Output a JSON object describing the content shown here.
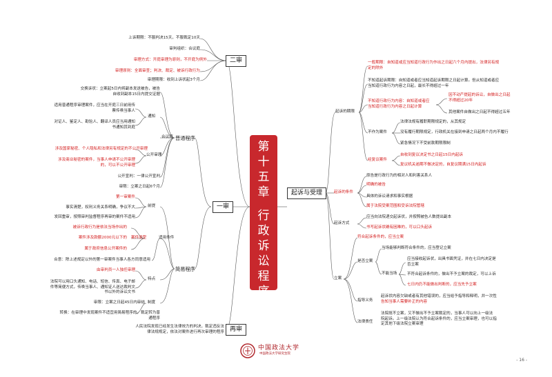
{
  "central": {
    "title": [
      "第",
      "十",
      "五",
      "章",
      "",
      "行",
      "政",
      "诉",
      "讼",
      "程",
      "序"
    ]
  },
  "left": {
    "ershen": {
      "label": "二审",
      "items": [
        "上诉期限：不服判决15天，不服裁定10天",
        "审判组织：合议庭",
        "审理方式：开庭审理为原则，不开庭为例外",
        "审理原则：全面审查；判决、裁定、被诉行政行为",
        "审理期限：收到上诉状起3个月"
      ]
    },
    "yishen": {
      "label": "一审"
    },
    "putong": {
      "label": "普通程序",
      "tongzhi_label": "通知",
      "jiaoxian": [
        "交换诉状：立案起5日内将副本发送被告，被告",
        "自收到副本15日内提交证据"
      ],
      "tongzhi_1": [
        "适用普通程序审理案件，应当在开庭三日前用传",
        "票传唤当事人"
      ],
      "tongzhi_2": [
        "对证人、鉴定人、勘验人、翻译人员应当用通知",
        "书通知其到庭"
      ],
      "heyiting": "合议庭",
      "gongkai_label": "公开审理",
      "gongkai_1": "涉及国家秘密、个人隐私和法律另有规定的不公开审理",
      "gongkai_2": [
        "涉及商业秘密的案件，当事人申请不公开审理",
        "的，可以不公开审理"
      ],
      "xuanpan": "公开宣判：一律公开宣判",
      "shenxian": "审限：立案之日起6个月"
    },
    "jianyi": {
      "label": "简易程序",
      "qianti_label": "前提",
      "shiyong_label": "适用条件",
      "tedian_label": "特点",
      "zhidu_label": "制度",
      "qianti_1": "第一审案件",
      "qianti_2": "事实清楚，权利义务关系明确，争议不大",
      "qianti_3": "发回重审，按照审判监督程序再审的案件不适用",
      "anjian_label": "案件类型",
      "anjian_1": "被诉行政行为是依法当场作出的",
      "anjian_2": "案件涉及款额2000元以下的",
      "anjian_3": "属于政府信息公开案件的",
      "heyi": "合意：除上述规定以外的第一审案件当事人各方同意适用",
      "tedian_1": "由审判员一人独任审理",
      "tedian_2": [
        "法院可以用口头通知、电话、短信、传真、电子邮",
        "件等简便方式，传唤当事人、通知证人送达裁判文",
        "书以外的诉讼文书"
      ],
      "shenxian": "审限：立案之日起45日内审结",
      "zhuanhuan": [
        "转换：在审理中发现案件不适宜用简易程序的，裁定转为普",
        "通程序"
      ]
    },
    "zaishen": {
      "label": "再审",
      "text": [
        "人民法院发现已经发生法律效力的判决，裁定违反法",
        "律法规规定，依法对案件进行再次审理的程序"
      ]
    }
  },
  "right": {
    "hub": "起诉与受理",
    "qisu_qixian": {
      "label": "起诉的期限",
      "yiban": [
        "一般期限：自知道或应当知道行政行为作出之日起六个月内提出，法律另有规",
        "定的除外"
      ],
      "buzhidao": [
        "不知道起诉期限：自知道或者应当知道起诉期限之日起计算。但从知道或者应",
        "当知道行政行为内容之日起，最长不得超过一年"
      ],
      "buzhi_neirong": [
        "不知道行政行为内容：自知道或者应",
        "当知道行政行为内容之日起计算"
      ],
      "budongchan": [
        "因不动产提起的诉讼，自做出之日起",
        "不得超过20年"
      ],
      "qita": "其他案件自做出之日起不得超过五年",
      "buzuowei_label": "不作为案件",
      "buzuowei_1": "法律法规有履职期限规定的，从其规定",
      "buzuowei_2": "没有履行期限规定，行政机关在接到申请之日起两个月内不履行",
      "buzuowei_3": "紧急情况下不受前款期限限制",
      "jingfuyi_label": "经复议案件",
      "jingfuyi_1": "自收到复议决定书之日起15日内起诉",
      "jingfuyi_2": "复议机关逾期不做决定的，自复议期满15日内起诉"
    },
    "qisu_tiaojian": {
      "label": "起诉的条件",
      "items": [
        "原告是行政行为的相对人和利害关系人",
        "明确的被告",
        "具体的诉讼请求和事实根据",
        "属于法院受案范围和受诉法院管辖"
      ]
    },
    "qisu_fangshi": {
      "label": "起诉方式",
      "items": [
        "应当向法院递交起诉状，并按照被告人数提出副本",
        "书写起诉状确有困难的，可以口头起诉"
      ]
    },
    "lian": {
      "label": "立案",
      "fuhe": "符合起诉条件的，应当立案",
      "shifou_label": "是否立案",
      "dangchang": "当场能够判断符合条件的，应当登记立案",
      "buneng_label": "不能当场",
      "buneng_1": [
        "应当接收起诉状，出具书面凭证，并在七日内决定是",
        "否立案"
      ],
      "buneng_2": "不符合起诉条件的，做出不予立案的裁定，可以上诉",
      "buneng_3": "七日内仍不能做出判断的，应当先予立案",
      "zhidao_label": "指导义务",
      "zhidao": [
        "起诉状内容欠缺或者有其他错误的，应当给予指导和释明，并一次性",
        "告知当事人需要补正的内容"
      ],
      "falv_label": "法律责任",
      "falv": [
        "法院既不立案，又不做出不予立案裁定的，当事人可以向上一级法",
        "院起诉。上一级法院认为符合起诉条件的，应当立案审理，也可以指",
        "定其他下级法院立案审理"
      ]
    }
  },
  "footer": {
    "logo_text": "中国政法大学",
    "logo_sub": "中国政法大学研究生院",
    "page": "- 16 -"
  }
}
